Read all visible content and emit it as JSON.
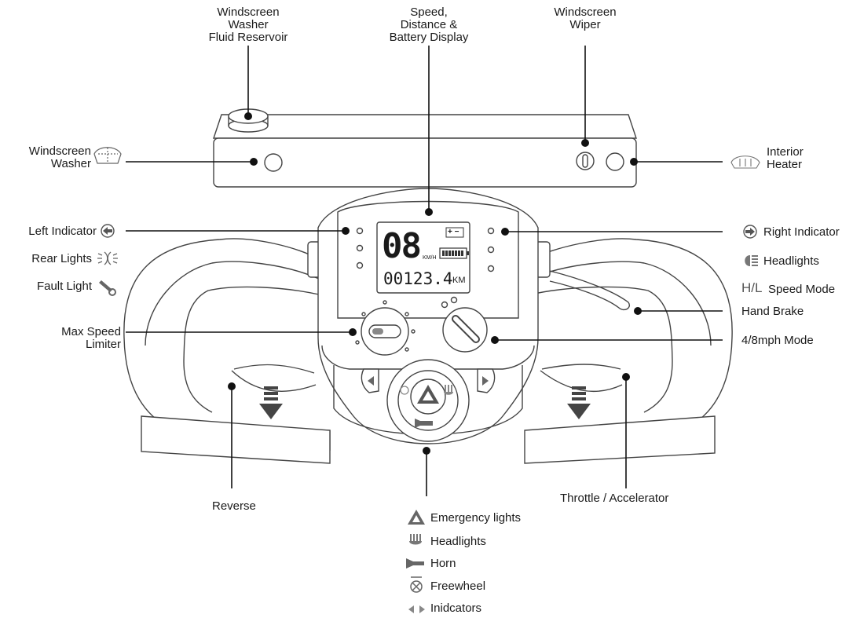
{
  "labels": {
    "washer_reservoir": [
      "Windscreen",
      "Washer",
      "Fluid Reservoir"
    ],
    "display": [
      "Speed,",
      "Distance &",
      "Battery Display"
    ],
    "wiper": [
      "Windscreen",
      "Wiper"
    ],
    "washer": [
      "Windscreen",
      "Washer"
    ],
    "heater": [
      "Interior",
      "Heater"
    ],
    "left_indicator": "Left Indicator",
    "rear_lights": "Rear Lights",
    "fault_light": "Fault Light",
    "max_speed": [
      "Max Speed",
      "Limiter"
    ],
    "right_indicator": "Right Indicator",
    "headlights": "Headlights",
    "speed_mode_symbol": "H/L",
    "speed_mode": "Speed Mode",
    "hand_brake": "Hand Brake",
    "mph_mode": "4/8mph Mode",
    "reverse": "Reverse",
    "throttle": "Throttle / Accelerator"
  },
  "display": {
    "speed": "08",
    "speed_unit": "KM/H",
    "distance": "00123.4",
    "distance_unit": "KM",
    "battery_symbol": "+ −"
  },
  "legend": [
    {
      "icon": "emergency-triangle-icon",
      "label": "Emergency lights"
    },
    {
      "icon": "headlight-icon",
      "label": "Headlights"
    },
    {
      "icon": "horn-icon",
      "label": "Horn"
    },
    {
      "icon": "freewheel-icon",
      "label": "Freewheel"
    },
    {
      "icon": "indicator-arrows-icon",
      "label": "Inidcators"
    }
  ]
}
